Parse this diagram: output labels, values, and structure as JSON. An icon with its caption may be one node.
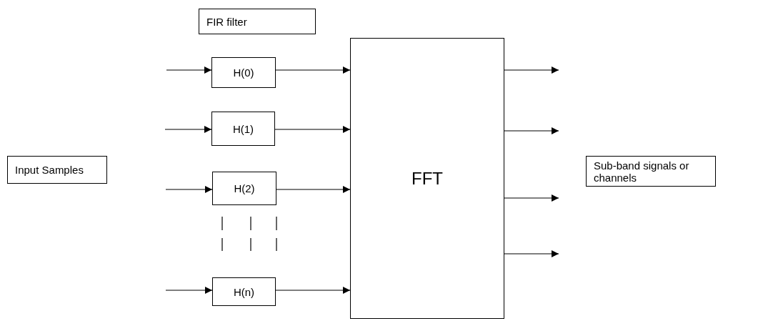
{
  "diagram": {
    "nodes": [
      {
        "text": [
          "FIR filter"
        ]
      },
      {
        "text": [
          "Input Samples"
        ]
      },
      {
        "text": [
          "H(0)"
        ]
      },
      {
        "text": [
          "H(1)"
        ]
      },
      {
        "text": [
          "H(2)"
        ]
      },
      {
        "text": [
          "H(n)"
        ]
      },
      {
        "text": [
          "FFT"
        ]
      },
      {
        "text": [
          "Sub-band signals or channels"
        ]
      }
    ],
    "edges": [
      {
        "from": null,
        "to": 2,
        "arrow": "to"
      },
      {
        "from": 2,
        "to": 6,
        "arrow": "to"
      },
      {
        "from": null,
        "to": 3,
        "arrow": "to"
      },
      {
        "from": 3,
        "to": 6,
        "arrow": "to"
      },
      {
        "from": null,
        "to": 4,
        "arrow": "to"
      },
      {
        "from": 4,
        "to": 6,
        "arrow": "to"
      },
      {
        "from": null,
        "to": 5,
        "arrow": "to"
      },
      {
        "from": 5,
        "to": 6,
        "arrow": "to"
      },
      {
        "from": 6,
        "to": null,
        "arrow": "to"
      },
      {
        "from": 6,
        "to": null,
        "arrow": "to"
      },
      {
        "from": 6,
        "to": null,
        "arrow": "to"
      },
      {
        "from": 6,
        "to": null,
        "arrow": "to"
      }
    ]
  }
}
